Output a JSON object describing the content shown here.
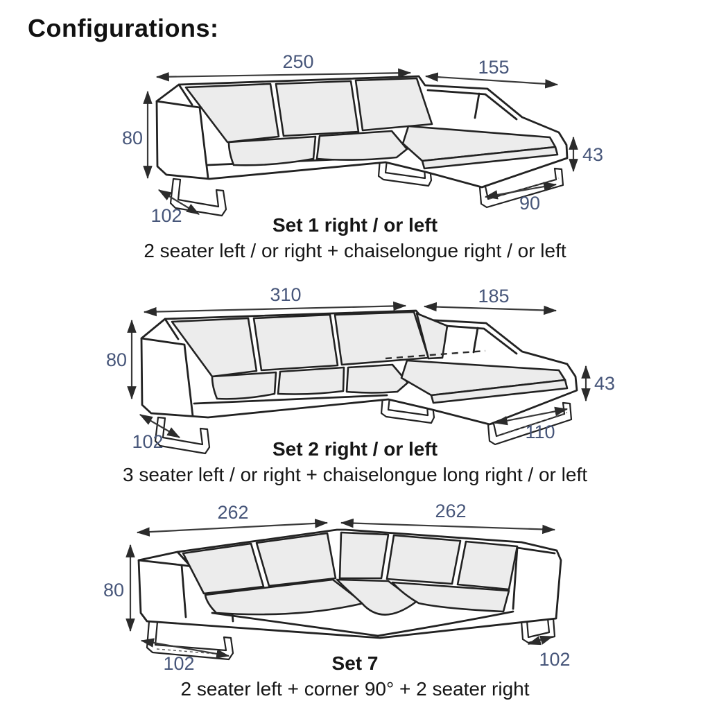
{
  "page": {
    "title": "Configurations:"
  },
  "colors": {
    "dimension_text": "#47567a",
    "outline": "#222222",
    "cushion_fill": "#ececec",
    "arrow": "#3a3a3a",
    "caption_text": "#161616"
  },
  "sets": [
    {
      "id": "set-1",
      "name": "Set 1 right / or left",
      "description": "2 seater left / or right + chaiselongue right / or left",
      "dims": {
        "total_width": "250",
        "chaise_width": "155",
        "height": "80",
        "depth": "102",
        "seat_height": "43",
        "chaise_depth": "90"
      }
    },
    {
      "id": "set-2",
      "name": "Set 2 right / or left",
      "description": "3 seater left / or right + chaiselongue long right / or left",
      "dims": {
        "total_width": "310",
        "chaise_width": "185",
        "height": "80",
        "depth": "102",
        "seat_height": "43",
        "chaise_depth": "110"
      }
    },
    {
      "id": "set-7",
      "name": "Set 7",
      "description": "2 seater left + corner 90° + 2 seater right",
      "dims": {
        "left_width": "262",
        "right_width": "262",
        "height": "80",
        "left_depth": "102",
        "right_depth": "102"
      }
    }
  ]
}
